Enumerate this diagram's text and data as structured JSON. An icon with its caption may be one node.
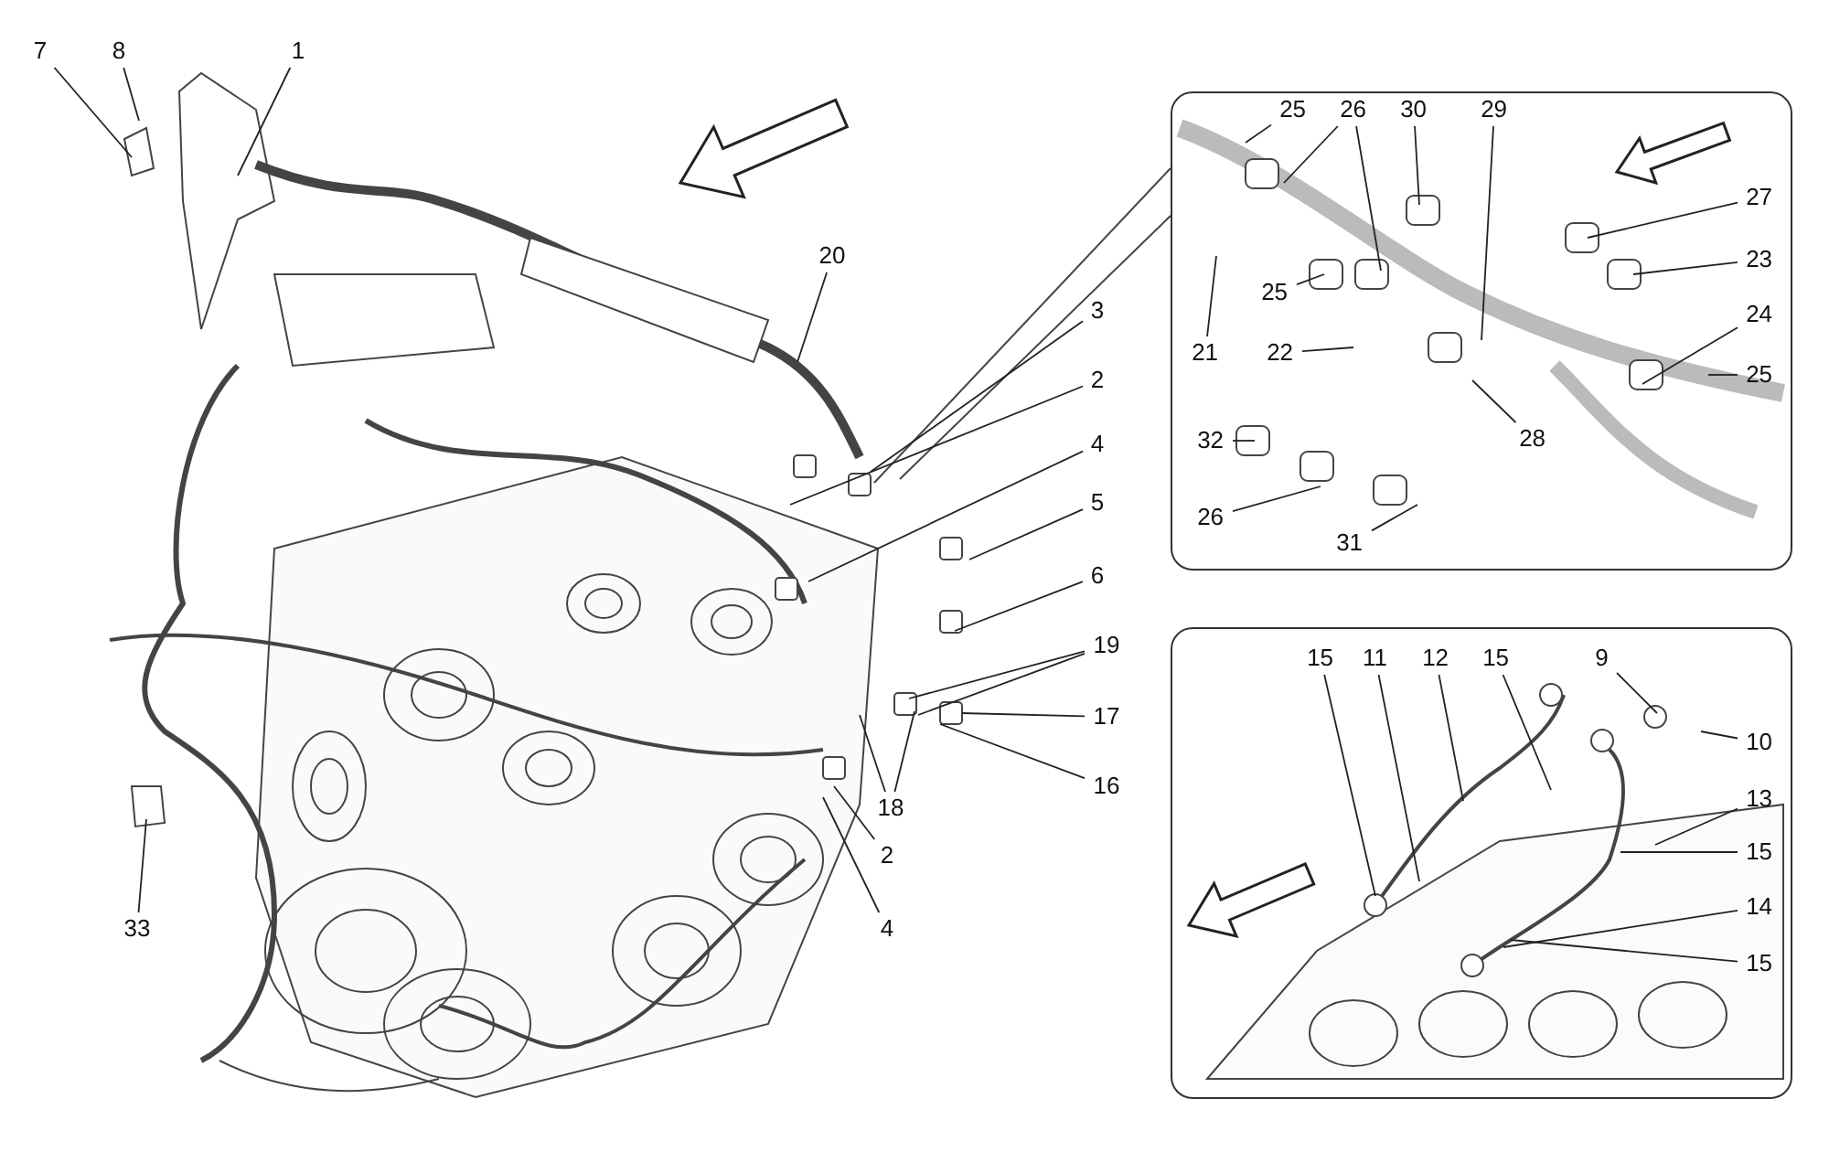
{
  "diagram": {
    "nodes": [
      {
        "text": [
          "7"
        ]
      },
      {
        "text": [
          "8"
        ]
      },
      {
        "text": [
          "1"
        ]
      },
      {
        "text": [
          "20"
        ]
      },
      {
        "text": [
          "3"
        ]
      },
      {
        "text": [
          "2"
        ]
      },
      {
        "text": [
          "4"
        ]
      },
      {
        "text": [
          "5"
        ]
      },
      {
        "text": [
          "6"
        ]
      },
      {
        "text": [
          "19"
        ]
      },
      {
        "text": [
          "17"
        ]
      },
      {
        "text": [
          "16"
        ]
      },
      {
        "text": [
          "18"
        ]
      },
      {
        "text": [
          "2"
        ]
      },
      {
        "text": [
          "4"
        ]
      },
      {
        "text": [
          "33"
        ]
      },
      {
        "text": [],
        "shape": "box"
      },
      {
        "text": [
          "25"
        ],
        "in": 16
      },
      {
        "text": [
          "26"
        ],
        "in": 16
      },
      {
        "text": [
          "30"
        ],
        "in": 16
      },
      {
        "text": [
          "29"
        ],
        "in": 16
      },
      {
        "text": [
          "27"
        ],
        "in": 16
      },
      {
        "text": [
          "23"
        ],
        "in": 16
      },
      {
        "text": [
          "24"
        ],
        "in": 16
      },
      {
        "text": [
          "25"
        ],
        "in": 16
      },
      {
        "text": [
          "21"
        ],
        "in": 16
      },
      {
        "text": [
          "25"
        ],
        "in": 16
      },
      {
        "text": [
          "22"
        ],
        "in": 16
      },
      {
        "text": [
          "28"
        ],
        "in": 16
      },
      {
        "text": [
          "32"
        ],
        "in": 16
      },
      {
        "text": [
          "26"
        ],
        "in": 16
      },
      {
        "text": [
          "31"
        ],
        "in": 16
      },
      {
        "text": [],
        "shape": "box"
      },
      {
        "text": [
          "15"
        ],
        "in": 32
      },
      {
        "text": [
          "11"
        ],
        "in": 32
      },
      {
        "text": [
          "12"
        ],
        "in": 32
      },
      {
        "text": [
          "15"
        ],
        "in": 32
      },
      {
        "text": [
          "9"
        ],
        "in": 32
      },
      {
        "text": [
          "10"
        ],
        "in": 32
      },
      {
        "text": [
          "13"
        ],
        "in": 32
      },
      {
        "text": [
          "15"
        ],
        "in": 32
      },
      {
        "text": [
          "14"
        ],
        "in": 32
      },
      {
        "text": [
          "15"
        ],
        "in": 32
      }
    ],
    "edges": [
      {
        "from": 0,
        "to": null,
        "arrow": "none"
      },
      {
        "from": 1,
        "to": null,
        "arrow": "none"
      },
      {
        "from": 2,
        "to": null,
        "arrow": "none"
      },
      {
        "from": 3,
        "to": null,
        "arrow": "none"
      },
      {
        "from": 4,
        "to": null,
        "arrow": "none"
      },
      {
        "from": 5,
        "to": null,
        "arrow": "none"
      },
      {
        "from": 6,
        "to": null,
        "arrow": "none"
      },
      {
        "from": 7,
        "to": null,
        "arrow": "none"
      },
      {
        "from": 8,
        "to": null,
        "arrow": "none"
      },
      {
        "from": 9,
        "to": null,
        "arrow": "none"
      },
      {
        "from": 9,
        "to": null,
        "arrow": "none"
      },
      {
        "from": 10,
        "to": null,
        "arrow": "none"
      },
      {
        "from": 11,
        "to": null,
        "arrow": "none"
      },
      {
        "from": 12,
        "to": null,
        "arrow": "none"
      },
      {
        "from": 12,
        "to": null,
        "arrow": "none"
      },
      {
        "from": 13,
        "to": null,
        "arrow": "none"
      },
      {
        "from": 14,
        "to": null,
        "arrow": "none"
      },
      {
        "from": 15,
        "to": null,
        "arrow": "none"
      },
      {
        "from": 17,
        "to": null,
        "arrow": "none"
      },
      {
        "from": 18,
        "to": null,
        "arrow": "none"
      },
      {
        "from": 18,
        "to": null,
        "arrow": "none"
      },
      {
        "from": 19,
        "to": null,
        "arrow": "none"
      },
      {
        "from": 20,
        "to": null,
        "arrow": "none"
      },
      {
        "from": 21,
        "to": null,
        "arrow": "none"
      },
      {
        "from": 22,
        "to": null,
        "arrow": "none"
      },
      {
        "from": 23,
        "to": null,
        "arrow": "none"
      },
      {
        "from": 24,
        "to": null,
        "arrow": "none"
      },
      {
        "from": 25,
        "to": null,
        "arrow": "none"
      },
      {
        "from": 26,
        "to": null,
        "arrow": "none"
      },
      {
        "from": 27,
        "to": null,
        "arrow": "none"
      },
      {
        "from": 28,
        "to": null,
        "arrow": "none"
      },
      {
        "from": 29,
        "to": null,
        "arrow": "none"
      },
      {
        "from": 30,
        "to": null,
        "arrow": "none"
      },
      {
        "from": 31,
        "to": null,
        "arrow": "none"
      },
      {
        "from": 33,
        "to": null,
        "arrow": "none"
      },
      {
        "from": 34,
        "to": null,
        "arrow": "none"
      },
      {
        "from": 35,
        "to": null,
        "arrow": "none"
      },
      {
        "from": 36,
        "to": null,
        "arrow": "none"
      },
      {
        "from": 37,
        "to": null,
        "arrow": "none"
      },
      {
        "from": 38,
        "to": null,
        "arrow": "none"
      },
      {
        "from": 39,
        "to": null,
        "arrow": "none"
      },
      {
        "from": 40,
        "to": null,
        "arrow": "none"
      },
      {
        "from": 41,
        "to": null,
        "arrow": "none"
      },
      {
        "from": 42,
        "to": null,
        "arrow": "none"
      }
    ]
  }
}
